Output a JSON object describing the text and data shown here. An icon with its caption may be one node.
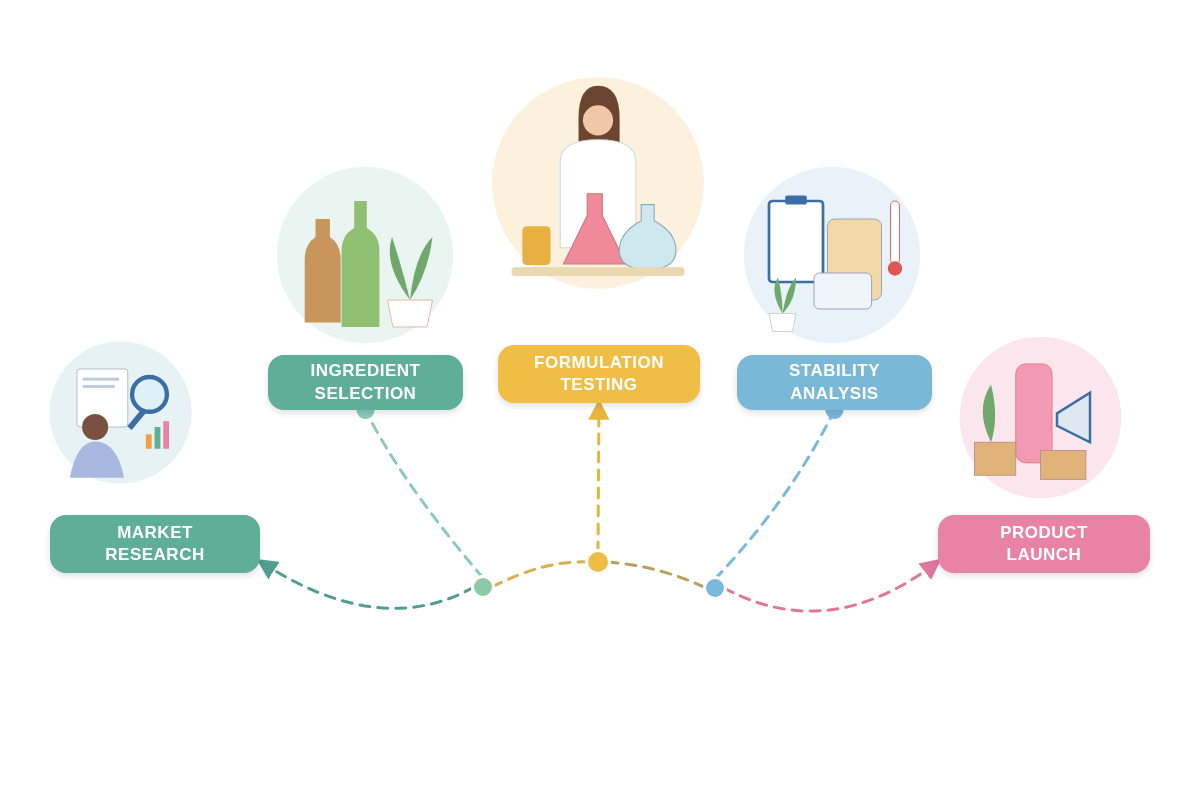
{
  "diagram": {
    "nodes": [
      {
        "text": [],
        "shape": "picture"
      },
      {
        "text": [
          "MARKET RESEARCH"
        ]
      },
      {
        "text": [],
        "shape": "picture"
      },
      {
        "text": [
          "INGREDIENT SELECTION"
        ]
      },
      {
        "text": [],
        "shape": "picture"
      },
      {
        "text": [
          "FORMULATION TESTING"
        ]
      },
      {
        "text": [],
        "shape": "picture"
      },
      {
        "text": [
          "STABILITY ANALYSIS"
        ]
      },
      {
        "text": [],
        "shape": "picture"
      },
      {
        "text": [
          "PRODUCT LAUNCH"
        ]
      },
      {
        "text": [],
        "shape": "circle"
      },
      {
        "text": [],
        "shape": "circle"
      },
      {
        "text": [],
        "shape": "circle"
      }
    ],
    "edges": [
      {
        "from": 10,
        "to": 1,
        "arrow": "to",
        "style": "dashed",
        "color": "#4f9e8f"
      },
      {
        "from": 10,
        "to": 3,
        "arrow": "other",
        "style": "dashed",
        "color": "#8cc9bd"
      },
      {
        "from": 10,
        "to": 11,
        "arrow": "none",
        "style": "dashed",
        "color": "#d9b050"
      },
      {
        "from": 11,
        "to": 5,
        "arrow": "to",
        "style": "dashed",
        "color": "#e8b43c"
      },
      {
        "from": 11,
        "to": 12,
        "arrow": "none",
        "style": "dashed",
        "color": "#b8a060"
      },
      {
        "from": 12,
        "to": 7,
        "arrow": "other",
        "style": "dashed",
        "color": "#7ab8dc"
      },
      {
        "from": 12,
        "to": 9,
        "arrow": "to",
        "style": "dashed",
        "color": "#e0769c"
      }
    ]
  }
}
